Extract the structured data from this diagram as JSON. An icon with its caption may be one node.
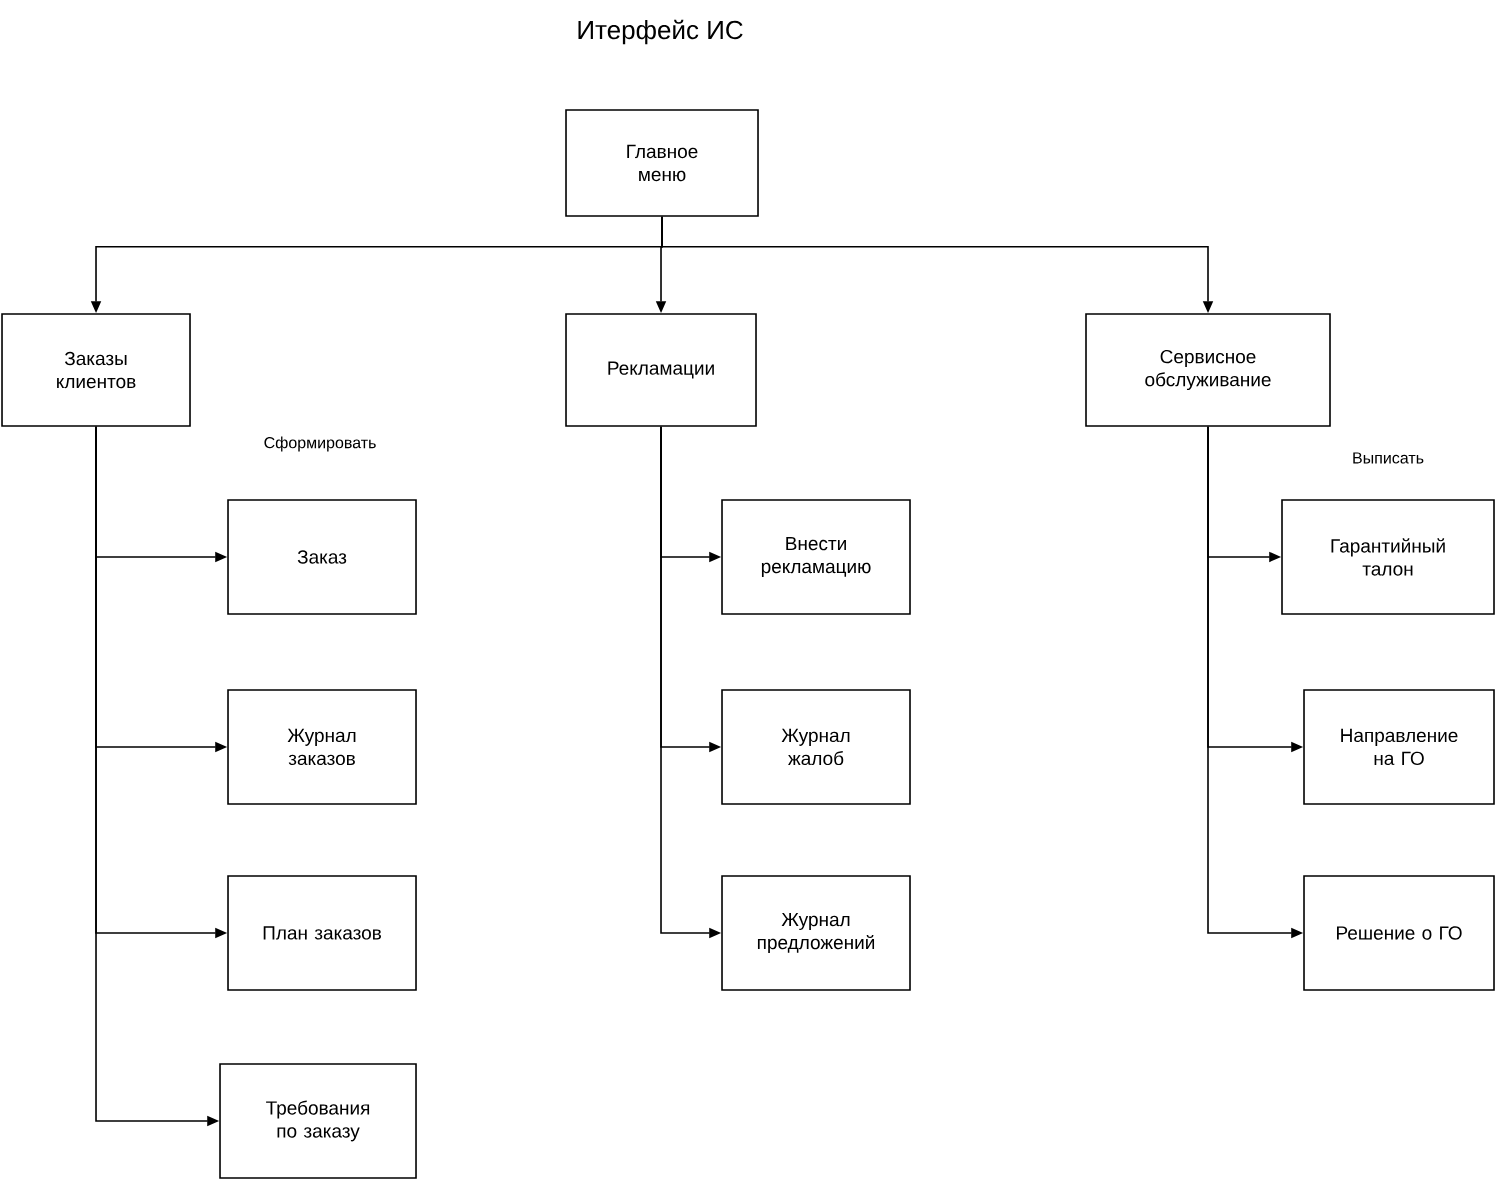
{
  "diagram": {
    "title": "Итерфейс ИС",
    "nodes": [
      {
        "text": [
          "Главное меню"
        ]
      },
      {
        "text": [
          "Заказы клиентов"
        ]
      },
      {
        "text": [
          "Рекламации"
        ]
      },
      {
        "text": [
          "Сервисное обслуживание"
        ]
      },
      {
        "text": [
          "Заказ"
        ]
      },
      {
        "text": [
          "Журнал заказов"
        ]
      },
      {
        "text": [
          "План заказов"
        ]
      },
      {
        "text": [
          "Требования по заказу"
        ]
      },
      {
        "text": [
          "Внести рекламацию"
        ]
      },
      {
        "text": [
          "Журнал жалоб"
        ]
      },
      {
        "text": [
          "Журнал предложений"
        ]
      },
      {
        "text": [
          "Гарантийный талон"
        ]
      },
      {
        "text": [
          "Направление на ГО"
        ]
      },
      {
        "text": [
          "Решение о ГО"
        ]
      }
    ],
    "edges": [
      {
        "from": 0,
        "to": 1,
        "arrow": "to"
      },
      {
        "from": 0,
        "to": 2,
        "arrow": "to"
      },
      {
        "from": 0,
        "to": 3,
        "arrow": "to"
      },
      {
        "from": 1,
        "to": 4,
        "arrow": "to"
      },
      {
        "from": 1,
        "to": 5,
        "arrow": "to"
      },
      {
        "from": 1,
        "to": 6,
        "arrow": "to"
      },
      {
        "from": 1,
        "to": 7,
        "arrow": "to"
      },
      {
        "from": 2,
        "to": 8,
        "arrow": "to"
      },
      {
        "from": 2,
        "to": 9,
        "arrow": "to"
      },
      {
        "from": 2,
        "to": 10,
        "arrow": "to"
      },
      {
        "from": 3,
        "to": 11,
        "arrow": "to"
      },
      {
        "from": 3,
        "to": 12,
        "arrow": "to"
      },
      {
        "from": 3,
        "to": 13,
        "arrow": "to"
      }
    ],
    "labels": [
      "Сформировать",
      "Выписать"
    ]
  }
}
